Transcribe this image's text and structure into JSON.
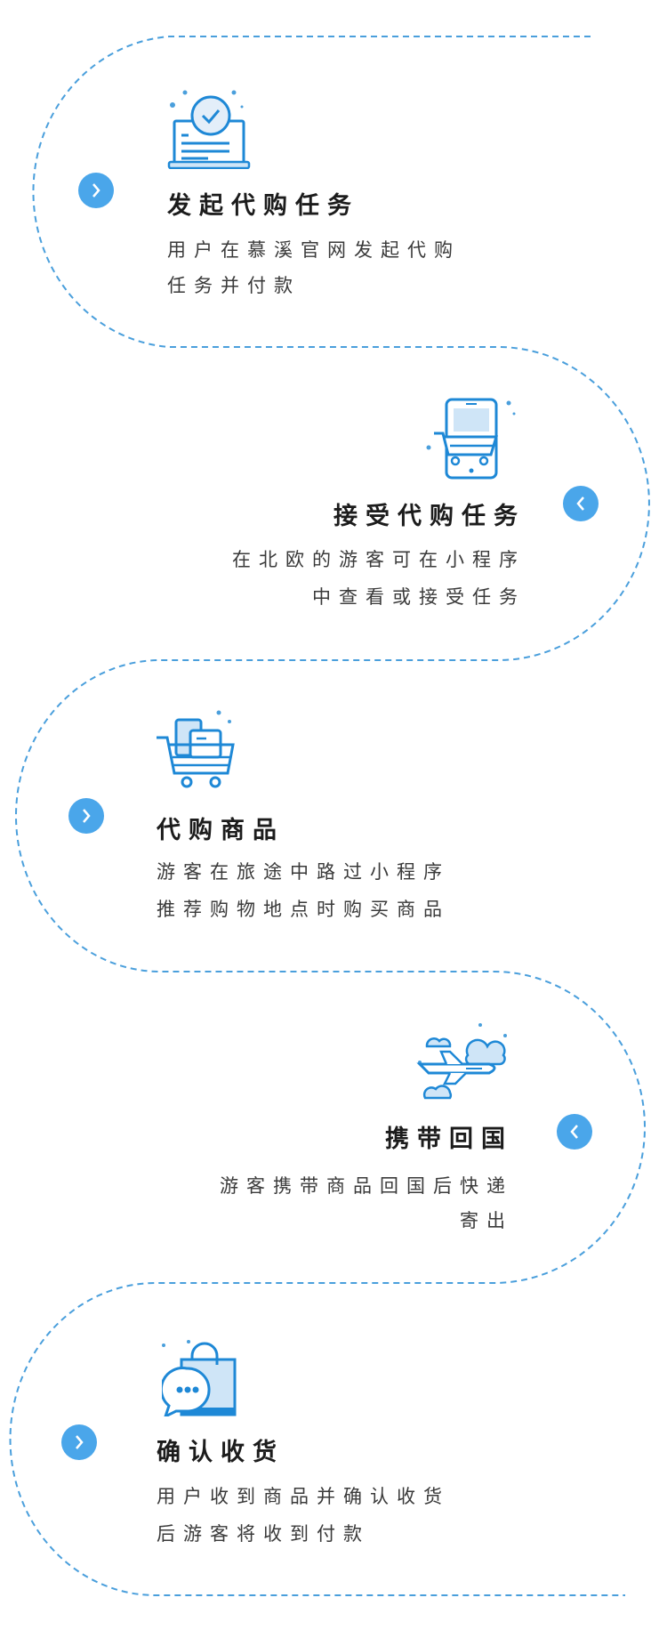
{
  "colors": {
    "accent": "#4aa6ea",
    "icon": "#1e88d6",
    "icon_fill": "#cfe5f7",
    "path": "#4a9fdc",
    "title": "#1c1c1c",
    "text": "#3a3a3a"
  },
  "steps": [
    {
      "title": "发起代购任务",
      "desc": [
        "用户在慕溪官网发起代购",
        "任务并付款"
      ],
      "icon": "laptop-check-icon",
      "button_icon": "chevron-right-icon"
    },
    {
      "title": "接受代购任务",
      "desc": [
        "在北欧的游客可在小程序",
        "中查看或接受任务"
      ],
      "icon": "phone-cart-icon",
      "button_icon": "chevron-left-icon"
    },
    {
      "title": "代购商品",
      "desc": [
        "游客在旅途中路过小程序",
        "推荐购物地点时购买商品"
      ],
      "icon": "shopping-cart-icon",
      "button_icon": "chevron-right-icon"
    },
    {
      "title": "携带回国",
      "desc": [
        "游客携带商品回国后快递",
        "寄出"
      ],
      "icon": "airplane-clouds-icon",
      "button_icon": "chevron-left-icon"
    },
    {
      "title": "确认收货",
      "desc": [
        "用户收到商品并确认收货",
        "后游客将收到付款"
      ],
      "icon": "shopping-bag-chat-icon",
      "button_icon": "chevron-right-icon"
    }
  ]
}
